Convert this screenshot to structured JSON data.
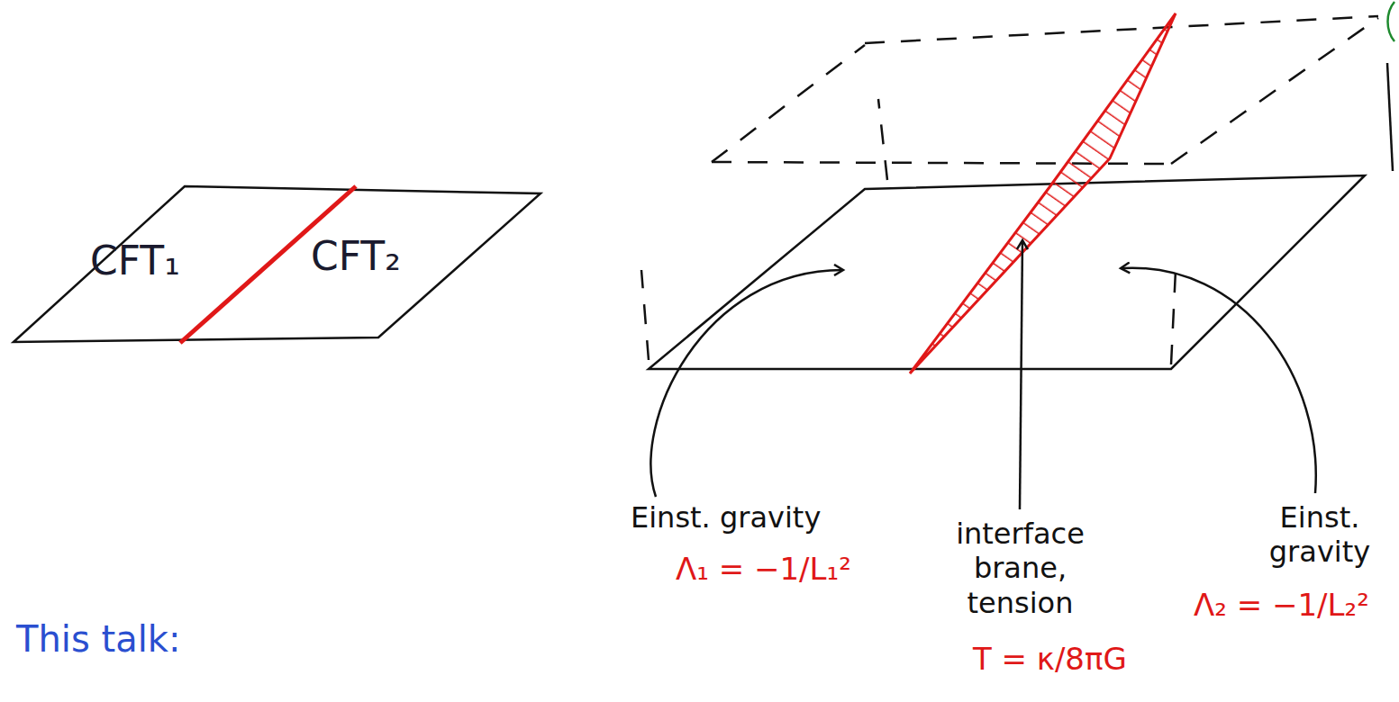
{
  "diagram": {
    "nodes": [
      {
        "text": [
          "CFT₁",
          "CFT₂"
        ]
      }
    ],
    "labels": [
      "Einst. gravity",
      "Λ₁ = −1/L₁²",
      "interface brane, tension",
      "T = κ/8πG",
      "Einst. gravity",
      "Λ₂ = −1/L₂²",
      "This talk:"
    ]
  }
}
